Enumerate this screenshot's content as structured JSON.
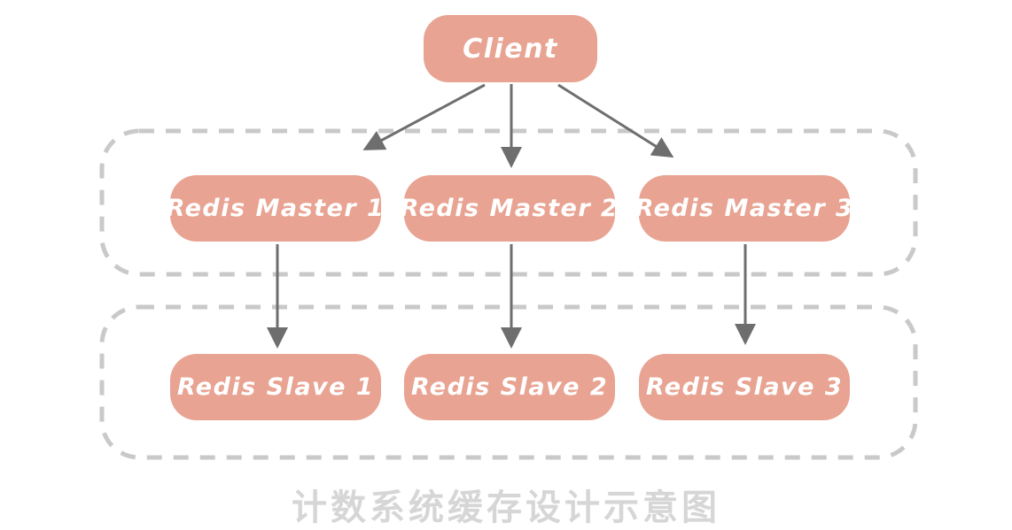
{
  "diagram": {
    "caption": "计数系统缓存设计示意图",
    "nodes": {
      "client": {
        "label": "Client"
      },
      "masters": [
        {
          "id": "redis-master-1",
          "label": "Redis Master 1"
        },
        {
          "id": "redis-master-2",
          "label": "Redis Master 2"
        },
        {
          "id": "redis-master-3",
          "label": "Redis Master 3"
        }
      ],
      "slaves": [
        {
          "id": "redis-slave-1",
          "label": "Redis Slave 1"
        },
        {
          "id": "redis-slave-2",
          "label": "Redis Slave 2"
        },
        {
          "id": "redis-slave-3",
          "label": "Redis Slave 3"
        }
      ]
    },
    "edges": [
      {
        "from": "client",
        "to": "redis-master-1"
      },
      {
        "from": "client",
        "to": "redis-master-2"
      },
      {
        "from": "client",
        "to": "redis-master-3"
      },
      {
        "from": "redis-master-1",
        "to": "redis-slave-1"
      },
      {
        "from": "redis-master-2",
        "to": "redis-slave-2"
      },
      {
        "from": "redis-master-3",
        "to": "redis-slave-3"
      }
    ],
    "clusters": [
      {
        "id": "masters-cluster",
        "contains": [
          "redis-master-1",
          "redis-master-2",
          "redis-master-3"
        ]
      },
      {
        "id": "slaves-cluster",
        "contains": [
          "redis-slave-1",
          "redis-slave-2",
          "redis-slave-3"
        ]
      }
    ],
    "colors": {
      "node_fill": "#E8A392",
      "node_text": "#FFFFFF",
      "arrow": "#6E6E6E",
      "cluster_border": "#C9C9C9",
      "caption_text": "#D6D6D6",
      "background": "#FFFFFF"
    }
  }
}
